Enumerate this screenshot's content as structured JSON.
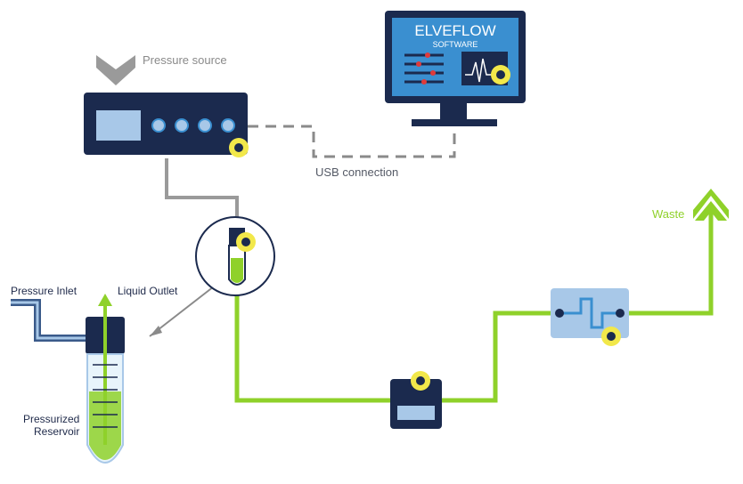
{
  "labels": {
    "pressure_source": "Pressure source",
    "usb_connection": "USB connection",
    "waste": "Waste",
    "pressure_inlet": "Pressure Inlet",
    "liquid_outlet": "Liquid Outlet",
    "pressurized_reservoir_line1": "Pressurized",
    "pressurized_reservoir_line2": "Reservoir"
  },
  "monitor": {
    "brand": "ELVEFLOW",
    "subtitle": "SOFTWARE"
  },
  "colors": {
    "navy": "#1b2a4e",
    "fluid_green": "#8fd12a",
    "screen_blue": "#3a8fd0",
    "panel_light_blue": "#a8c8e8",
    "sensor_yellow": "#f2e84a",
    "tubing_gray": "#9a9a9a",
    "cable_dashed": "#8a8a8a",
    "slider_red": "#e03a3a"
  },
  "components": [
    {
      "name": "pressure-controller",
      "role": "Pressure source"
    },
    {
      "name": "computer-monitor",
      "role": "Elveflow software"
    },
    {
      "name": "pressurized-reservoir",
      "role": "Pressurized Reservoir"
    },
    {
      "name": "flow-sensor",
      "role": "Flow sensor"
    },
    {
      "name": "microfluidic-chip",
      "role": "Microfluidic chip"
    }
  ]
}
